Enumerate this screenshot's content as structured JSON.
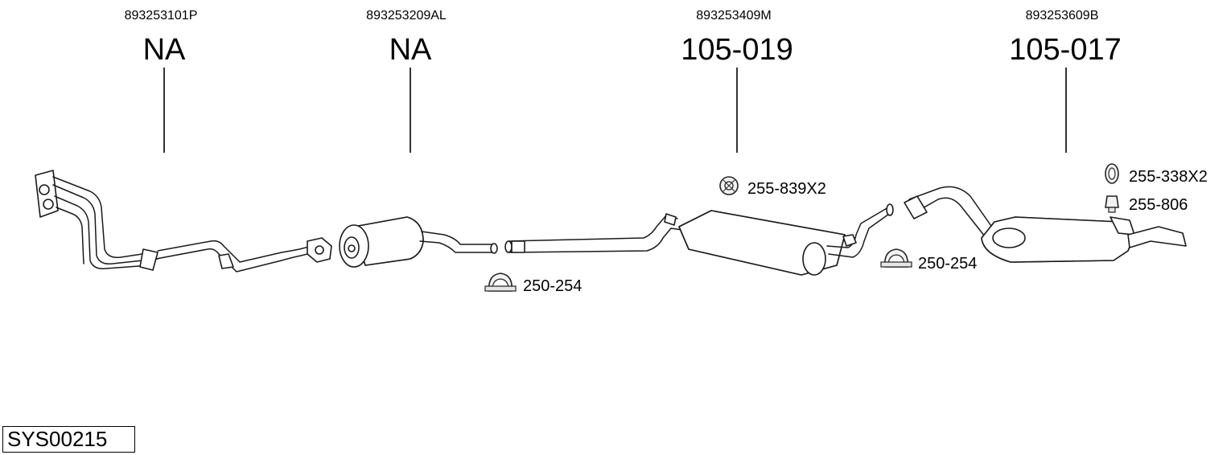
{
  "parts": [
    {
      "oe": "893253101P",
      "code": "NA"
    },
    {
      "oe": "893253209AL",
      "code": "NA"
    },
    {
      "oe": "893253409M",
      "code": "105-019"
    },
    {
      "oe": "893253609B",
      "code": "105-017"
    }
  ],
  "accessories": [
    {
      "label": "255-839X2",
      "icon": "rubber-ring-mount-icon"
    },
    {
      "label": "250-254",
      "icon": "pipe-clamp-icon"
    },
    {
      "label": "250-254",
      "icon": "pipe-clamp-icon"
    },
    {
      "label": "255-338X2",
      "icon": "rubber-ring-icon"
    },
    {
      "label": "255-806",
      "icon": "rubber-hanger-icon"
    }
  ],
  "system_id": "SYS00215"
}
